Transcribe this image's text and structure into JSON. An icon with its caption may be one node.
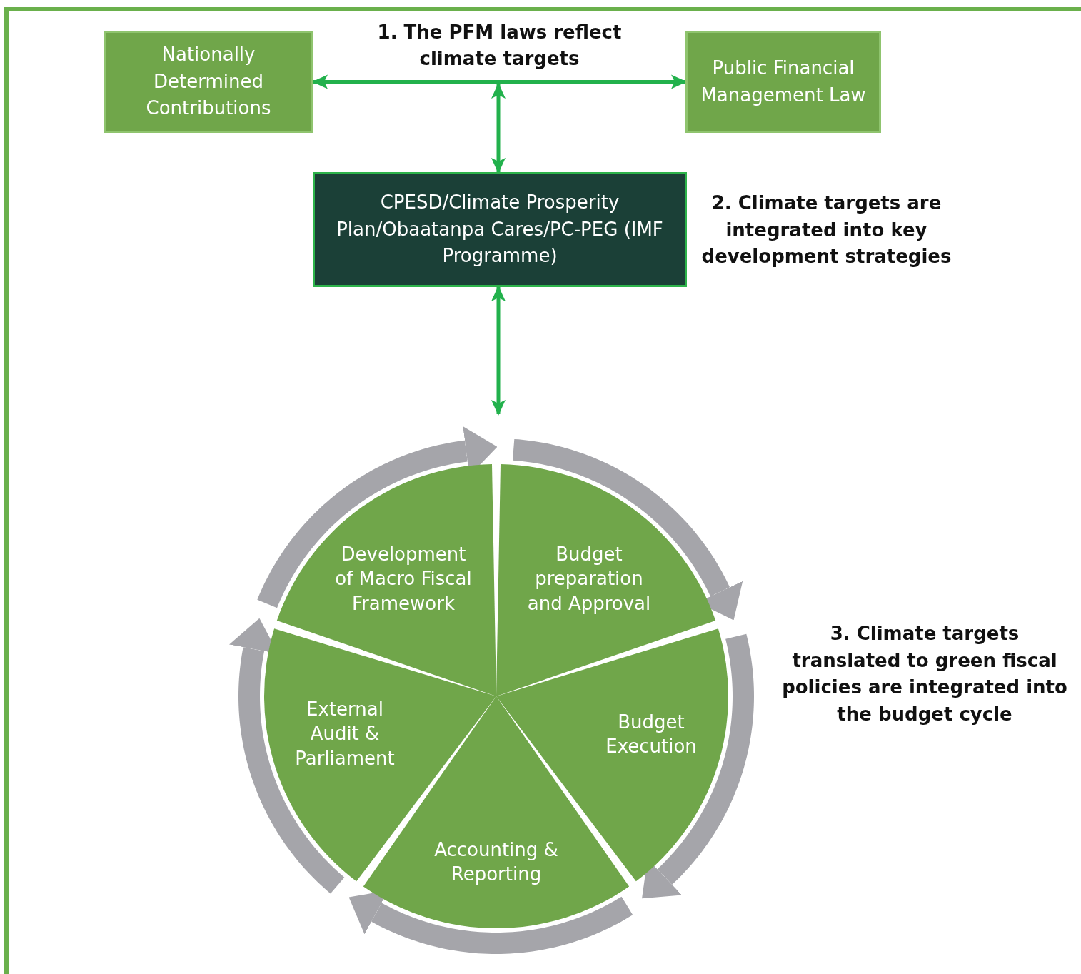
{
  "diagram": {
    "nodes": [
      {
        "text": [
          "Nationally Determined Contributions"
        ]
      },
      {
        "text": [
          "Public Financial Management Law"
        ]
      },
      {
        "text": [
          "CPESD/Climate Prosperity Plan/Obaatanpa Cares/PC-PEG (IMF Programme)"
        ]
      },
      {
        "text": [
          "Development of Macro Fiscal Framework"
        ]
      },
      {
        "text": [
          "Budget preparation and Approval"
        ]
      },
      {
        "text": [
          "External Audit & Parliament"
        ]
      },
      {
        "text": [
          "Budget Execution"
        ]
      },
      {
        "text": [
          "Accounting & Reporting"
        ]
      }
    ],
    "edges": [
      {
        "from": 0,
        "to": 1,
        "arrow": "both",
        "label": "1. The PFM laws reflect climate targets",
        "color": "#22b14c"
      },
      {
        "from": null,
        "to": 2,
        "arrow": "both",
        "color": "#22b14c"
      },
      {
        "from": 2,
        "to": null,
        "arrow": "both",
        "color": "#22b14c"
      }
    ],
    "labels": [
      "2. Climate targets are integrated into key development strategies",
      "3. Climate targets translated to green fiscal policies are integrated into the budget cycle"
    ]
  }
}
